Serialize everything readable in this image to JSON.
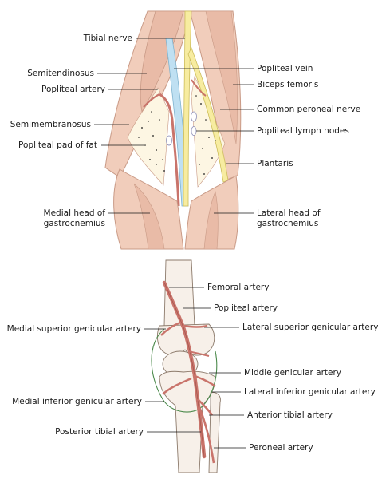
{
  "top_panel": {
    "labels": {
      "tibial_nerve": "Tibial nerve",
      "semitendinosus": "Semitendinosus",
      "popliteal_artery": "Popliteal artery",
      "semimembranosus": "Semimembranosus",
      "popliteal_pad_of_fat": "Popliteal pad of fat",
      "medial_head_line1": "Medial head of",
      "medial_head_line2": "gastrocnemius",
      "popliteal_vein": "Popliteal vein",
      "biceps_femoris": "Biceps femoris",
      "common_peroneal_nerve": "Common peroneal nerve",
      "popliteal_lymph_nodes": "Popliteal lymph nodes",
      "plantaris": "Plantaris",
      "lateral_head_line1": "Lateral head of",
      "lateral_head_line2": "gastrocnemius"
    }
  },
  "bottom_panel": {
    "labels": {
      "femoral_artery": "Femoral artery",
      "popliteal_artery": "Popliteal artery",
      "medial_superior_genicular_artery": "Medial superior genicular artery",
      "lateral_superior_genicular_artery": "Lateral superior genicular artery",
      "middle_genicular_artery": "Middle genicular artery",
      "lateral_inferior_genicular_artery": "Lateral inferior genicular artery",
      "medial_inferior_genicular_artery": "Medial inferior genicular artery",
      "anterior_tibial_artery": "Anterior tibial artery",
      "posterior_tibial_artery": "Posterior tibial artery",
      "peroneal_artery": "Peroneal artery"
    }
  },
  "colors": {
    "muscle": "#f1cdbb",
    "muscle_edge": "#c99a86",
    "muscle_shade": "#e2ad98",
    "fat": "#fdf6e3",
    "vein": "#bfe0f2",
    "nerve": "#f7eca0",
    "artery": "#c9746b",
    "bone": "#f7f0e9",
    "capsule_line": "#4c8a4c",
    "lead_line": "#1a1a1a"
  }
}
